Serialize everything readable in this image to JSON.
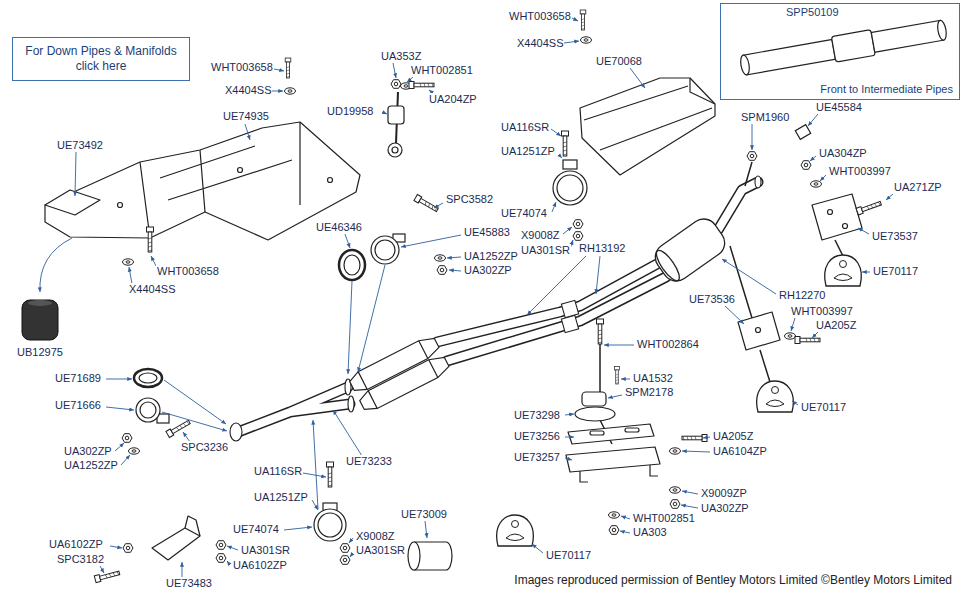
{
  "diagram": {
    "caption": "Images reproduced permission of Bentley Motors Limited ©Bentley Motors Limited",
    "nodes": [
      {
        "text": [
          "For Down Pipes & Manifolds click here"
        ]
      },
      {
        "text": [
          "SPP50109",
          "Front to Intermediate Pipes"
        ]
      }
    ],
    "labels": [
      "UA353Z",
      "WHT003658",
      "WHT002851",
      "X4404SS",
      "UA204ZP",
      "UE70068",
      "WHT003658",
      "X4404SS",
      "UE74935",
      "UE73492",
      "UD19958",
      "UA116SR",
      "UA1251ZP",
      "UE74074",
      "X9008Z",
      "UA301SR",
      "SPM1960",
      "UE45584",
      "UA304ZP",
      "WHT003997",
      "UA271ZP",
      "UE73537",
      "UE70117",
      "SPC3582",
      "UE46346",
      "UE45883",
      "UA1252ZP",
      "UA302ZP",
      "RH13192",
      "UB12975",
      "WHT003658",
      "X4404SS",
      "RH12270",
      "UE73536",
      "WHT003997",
      "UA205Z",
      "UE70117",
      "WHT002864",
      "UA1532",
      "SPM2178",
      "UE73298",
      "UE73256",
      "UE73257",
      "UA205Z",
      "UA6104ZP",
      "X9009ZP",
      "UA302ZP",
      "WHT002851",
      "UA303",
      "UE70117",
      "UE71689",
      "UE71666",
      "SPC3236",
      "UA302ZP",
      "UA1252ZP",
      "UA116SR",
      "UA1251ZP",
      "UE73233",
      "UE74074",
      "UE73009",
      "X9008Z",
      "UA301SR",
      "UA6102ZP",
      "SPC3182",
      "UA301SR",
      "UE73483",
      "UA6102ZP"
    ]
  }
}
